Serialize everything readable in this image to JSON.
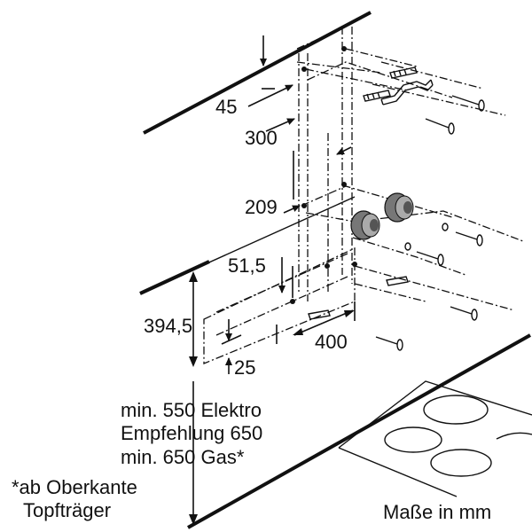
{
  "dimensions": {
    "d45": "45",
    "d300": "300",
    "d209": "209",
    "d51_5": "51,5",
    "d394_5": "394,5",
    "d400": "400",
    "d25": "25"
  },
  "notes": {
    "elektro": "min. 550 Elektro",
    "empfehlung": "Empfehlung 650",
    "gas": "min. 650 Gas*",
    "footnote_line1": "*ab Oberkante",
    "footnote_line2": "Topfträger",
    "units": "Maße in mm"
  },
  "colors": {
    "line": "#111111",
    "knob_dark": "#555555",
    "knob_light": "#aaaaaa"
  }
}
